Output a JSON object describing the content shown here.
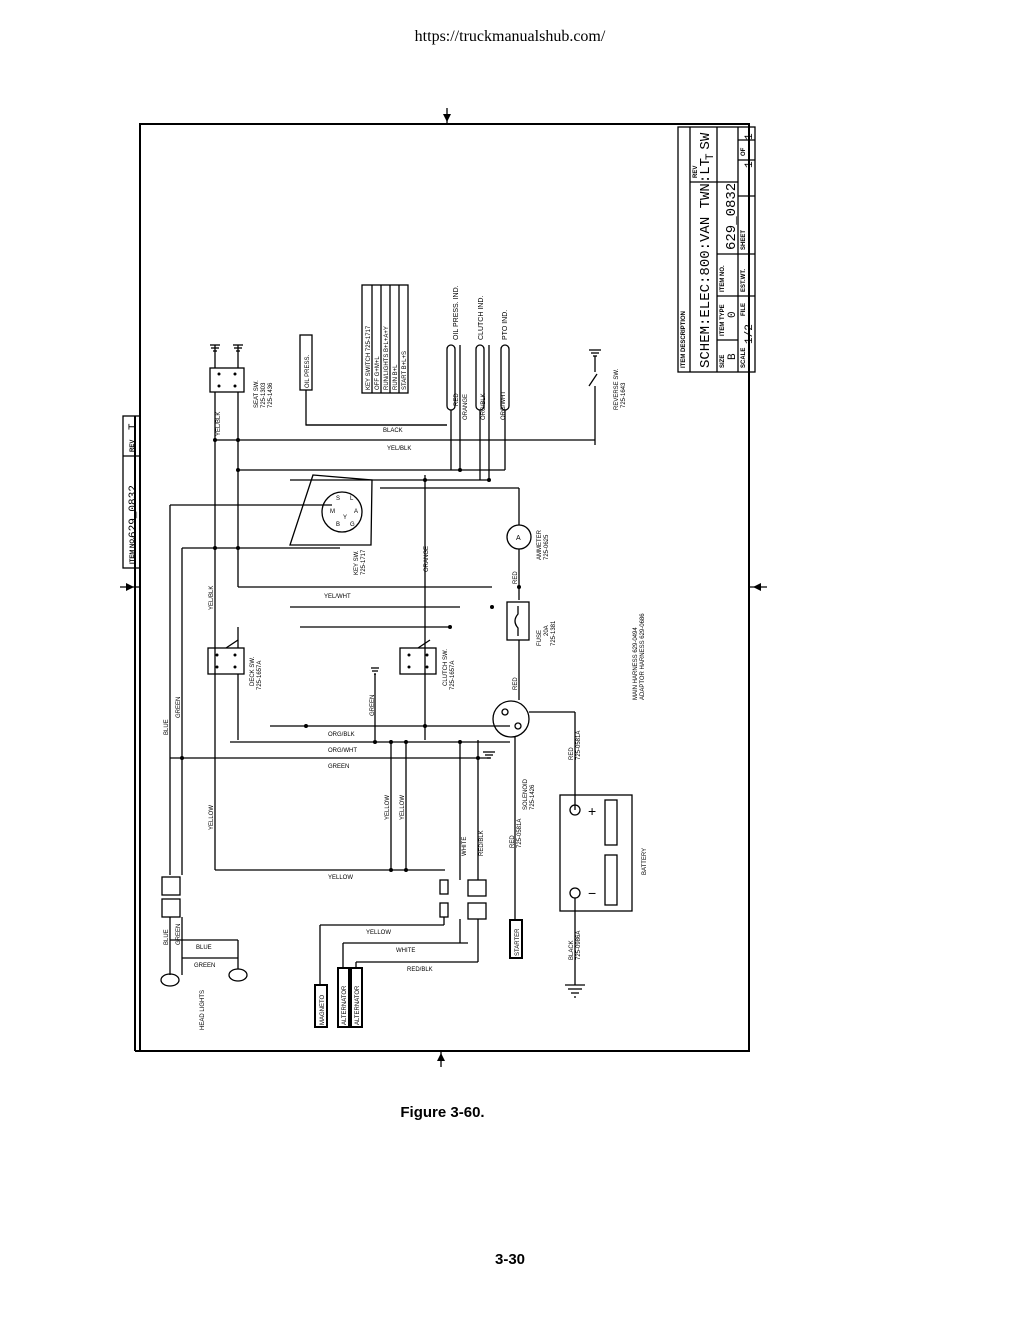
{
  "header": {
    "url": "https://truckmanualshub.com/"
  },
  "figure": {
    "caption": "Figure 3-60."
  },
  "footer": {
    "page_number": "3-30"
  },
  "schematic": {
    "title_block": {
      "item_description_label": "ITEM DESCRIPTION",
      "item_description": "SCHEM:ELEC:800:VAN TWN:LT SW",
      "rev_label": "REV",
      "rev": "T",
      "item_no_label": "ITEM NO.",
      "item_no": "629_0832",
      "sheet_label": "SHEET",
      "sheet": "1",
      "of_label": "OF",
      "of": "1",
      "size_label": "SIZE",
      "size": "B",
      "item_type_label": "ITEM TYPE",
      "item_type": "0",
      "est_wt_label": "EST.WT.",
      "scale_label": "SCALE",
      "scale": "1/2",
      "file_label": "FILE"
    },
    "side_tab": {
      "item_no_label": "ITEM NO.",
      "item_no": "629_0832",
      "rev_label": "REV",
      "rev": "T"
    },
    "key_switch_table": {
      "title": "KEY SWITCH 725-1717",
      "rows": [
        "OFF  G+M+L",
        "RUN/LIGHTS  B+L+A+Y",
        "RUN  B+L",
        "START  B+L+S"
      ]
    },
    "components": {
      "seat_sw": "SEAT SW.",
      "seat_sw_pn1": "725-1303",
      "seat_sw_pn2": "725-1436",
      "oil_press": "OIL PRESS.",
      "oil_press_ind": "OIL PRESS. IND.",
      "clutch_ind": "CLUTCH IND.",
      "pto_ind": "PTO IND.",
      "reverse_sw": "REVERSE SW.",
      "reverse_sw_pn": "725-1643",
      "key_sw": "KEY SW.",
      "key_sw_pn": "725-1717",
      "ammeter": "AMMETER",
      "ammeter_pn": "725-0625",
      "ammeter_symbol": "A",
      "fuse": "FUSE",
      "fuse_amp": "20A",
      "fuse_pn": "725-1381",
      "deck_sw": "DECK SW.",
      "deck_sw_pn": "725-1657A",
      "clutch_sw": "CLUTCH SW.",
      "clutch_sw_pn": "725-1657A",
      "main_harness": "MAIN HARNESS 629-0494",
      "adaptor_harness": "ADAPTOR HARNESS 629-0686",
      "solenoid": "SOLENOID",
      "solenoid_pn": "725-1426",
      "battery": "BATTERY",
      "battery_plus": "+",
      "battery_minus": "−",
      "head_lights": "HEAD LIGHTS",
      "magneto": "MAGNETO",
      "alternator_1": "ALTERNATOR",
      "alternator_2": "ALTERNATOR",
      "starter": "STARTER",
      "red_cable_1": "RED",
      "red_cable_1_pn": "725-0581A",
      "red_cable_2": "RED",
      "red_cable_2_pn": "725-0581A",
      "black_cable": "BLACK",
      "black_cable_pn": "725-0986A",
      "keysw_terminals": [
        "S",
        "L",
        "M",
        "A",
        "B",
        "G",
        "Y"
      ]
    },
    "wire_labels": {
      "yel_blk_1": "YEL/BLK",
      "yel_blk_2": "YEL/BLK",
      "yel_blk_3": "YEL/BLK",
      "black": "BLACK",
      "red_1": "RED",
      "orange_1": "ORANGE",
      "org_blk_1": "ORG/BLK",
      "org_wht_1": "ORG/WHT",
      "orange_2": "ORANGE",
      "yel_wht": "YEL/WHT",
      "red_2": "RED",
      "red_3": "RED",
      "org_blk_2": "ORG/BLK",
      "org_wht_2": "ORG/WHT",
      "green_1": "GREEN",
      "green_2": "GREEN",
      "green_3": "GREEN",
      "green_4": "GREEN",
      "green_5": "GREEN",
      "blue_1": "BLUE",
      "blue_2": "BLUE",
      "blue_3": "BLUE",
      "yellow_1": "YELLOW",
      "yellow_2": "YELLOW",
      "yellow_3": "YELLOW",
      "yellow_4": "YELLOW",
      "yellow_5": "YELLOW",
      "white_1": "WHITE",
      "white_2": "WHITE",
      "red_blk_1": "RED/BLK",
      "red_blk_2": "RED/BLK"
    }
  }
}
